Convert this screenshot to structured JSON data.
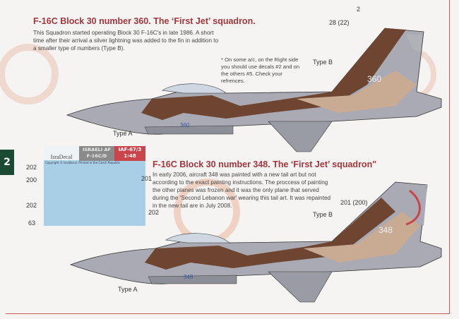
{
  "page_number": "2",
  "section1": {
    "title": "F-16C  Block 30 number 360. The ‘First Jet’ squadron.",
    "description": "This Squadron started operating Block 30 F-16C's in late 1986. A short time after their arrival a silver lightning was added to the fin in addition to a smaller type of numbers (Type B).",
    "note": "* On some a/c, on the Right side you should use decals #2 and on the others #5. Check your refrences.",
    "callouts": {
      "decal_2": "2",
      "decal_28": "28 (22)",
      "type_b": "Type B",
      "type_a": "Type A"
    },
    "tail_number": "360",
    "nose_number": "360"
  },
  "section2": {
    "title": "F-16C Block 30  number 348. The ‘First Jet’ squadron\"",
    "description": "In early 2006, aircraft 348 was painted with a new tail art but not according to the exact painting instructions. The proccess of painting the other planes was frozen and it was the only plane that served during the 'Second Lebanon war' wearing this tail art. It was repainted in the new tail are in July 2008.",
    "callouts": {
      "decal_201": "201 (200)",
      "type_b": "Type B",
      "type_a": "Type A"
    },
    "tail_number": "348",
    "nose_number": "348"
  },
  "decal_sheet": {
    "brand": "IsraDecal",
    "title_line1": "ISRAELI AF",
    "title_line2": "F-16C/D",
    "code": "IAF-67/3",
    "scale": "1:48",
    "copyright": "Copyright © IsraDecal. Printed in the Czech Republic",
    "callouts": [
      "202",
      "200",
      "201",
      "202",
      "202",
      "63"
    ]
  },
  "colors": {
    "title": "#a3353c",
    "brown": "#6e4530",
    "sand": "#c9ab94",
    "grey": "#a7a9b3",
    "tab": "#1c4a33"
  }
}
